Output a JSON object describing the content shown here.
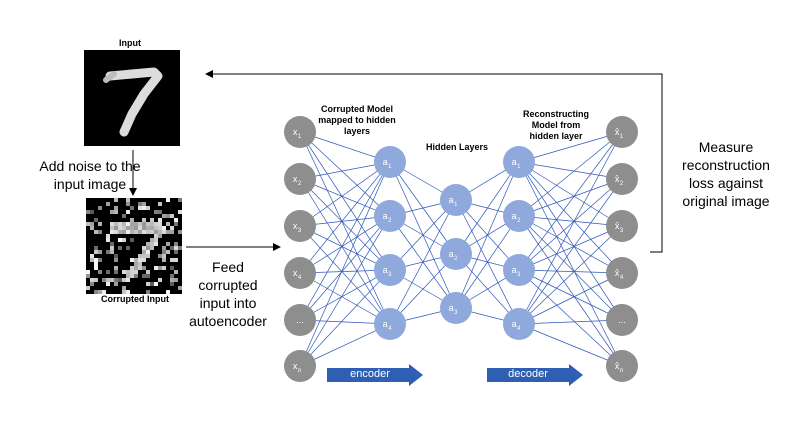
{
  "labels": {
    "input_title": "Input",
    "corrupted_title": "Corrupted Input",
    "add_noise": "Add noise to the input image",
    "feed": "Feed corrupted input into autoencoder",
    "measure": "Measure reconstruction loss against original image",
    "corrupted_model": "Corrupted Model mapped to hidden layers",
    "hidden_layers": "Hidden Layers",
    "reconstructing": "Reconstructing Model from hidden layer",
    "encoder": "encoder",
    "decoder": "decoder"
  },
  "layers": {
    "input": [
      {
        "main": "x",
        "sub": "1"
      },
      {
        "main": "x",
        "sub": "2"
      },
      {
        "main": "x",
        "sub": "3"
      },
      {
        "main": "x",
        "sub": "4"
      },
      {
        "main": "...",
        "sub": ""
      },
      {
        "main": "x",
        "sub": "n"
      }
    ],
    "enc_hidden": [
      {
        "main": "a",
        "sub": "1"
      },
      {
        "main": "a",
        "sub": "2"
      },
      {
        "main": "a",
        "sub": "3"
      },
      {
        "main": "a",
        "sub": "4"
      }
    ],
    "bottleneck": [
      {
        "main": "a",
        "sub": "1"
      },
      {
        "main": "a",
        "sub": "2"
      },
      {
        "main": "a",
        "sub": "3"
      }
    ],
    "dec_hidden": [
      {
        "main": "a",
        "sub": "1"
      },
      {
        "main": "a",
        "sub": "2"
      },
      {
        "main": "a",
        "sub": "3"
      },
      {
        "main": "a",
        "sub": "4"
      }
    ],
    "output": [
      {
        "main": "x̂",
        "sub": "1"
      },
      {
        "main": "x̂",
        "sub": "2"
      },
      {
        "main": "x̂",
        "sub": "3"
      },
      {
        "main": "x̂",
        "sub": "4"
      },
      {
        "main": "...",
        "sub": ""
      },
      {
        "main": "x̂",
        "sub": "n"
      }
    ]
  },
  "colors": {
    "gray_node": "#8e8e8e",
    "blue_node": "#8fa9dc",
    "edge": "#2e58b8",
    "arrow": "#2f5fb3",
    "line": "#000000"
  },
  "digit_label": "7"
}
